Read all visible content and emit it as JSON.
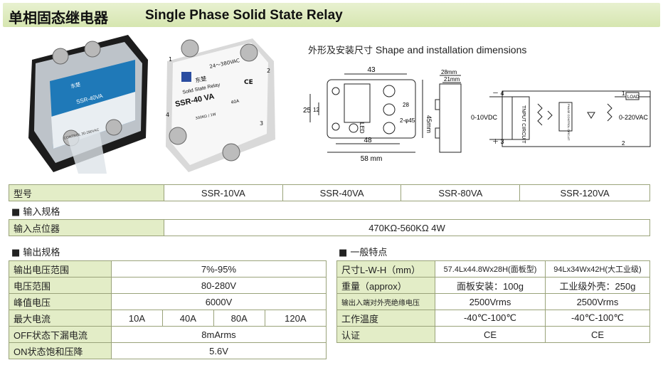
{
  "header": {
    "title_cn": "单相固态继电器",
    "title_en": "Single Phase Solid State Relay"
  },
  "photo2_labels": {
    "voltage": "24～380VAC",
    "brand": "东楚",
    "product": "Solid State Relay",
    "model": "SSR-40 VA",
    "current": "40A",
    "load": "300KΩ / 1W",
    "mark": "CE",
    "t1": "1",
    "t2": "2",
    "t3": "3",
    "t4": "4"
  },
  "photo1_labels": {
    "model": "SSR-40VA",
    "brand": "东楚",
    "ctrl": "CONTROL 30-280VAC"
  },
  "dims": {
    "title_cn": "外形及安装尺寸",
    "title_en": "Shape and installation dimensions",
    "d43": "43",
    "d25": "25",
    "d12": "12",
    "d48": "48",
    "d58": "58 mm",
    "d28a": "28",
    "d45": "45mm",
    "d2phi": "2-φ45",
    "led": "LED",
    "d28b": "28mm",
    "d21": "21mm"
  },
  "circuit": {
    "minus4": "－ 4",
    "plus3": "＋ 3",
    "in_label": "0-10VDC",
    "block1": "TNPUT CIRCUIT",
    "block2": "PHASE CONTROL CIRCUIT",
    "t1": "1",
    "t2": "2",
    "load": "LOAD",
    "out_label": "0-220VAC"
  },
  "models": {
    "label": "型号",
    "items": [
      "SSR-10VA",
      "SSR-40VA",
      "SSR-80VA",
      "SSR-120VA"
    ]
  },
  "input": {
    "section": "■ 输入规格",
    "label": "输入点位器",
    "value": "470KΩ-560KΩ 4W"
  },
  "output": {
    "section": "■ 输出规格",
    "rows": [
      {
        "label": "输出电压范围",
        "value": "7%-95%"
      },
      {
        "label": "电压范围",
        "value": "80-280V"
      },
      {
        "label": "峰值电压",
        "value": "6000V"
      }
    ],
    "max_current": {
      "label": "最大电流",
      "values": [
        "10A",
        "40A",
        "80A",
        "120A"
      ]
    },
    "rows2": [
      {
        "label": "OFF状态下漏电流",
        "value": "8mArms"
      },
      {
        "label": "ON状态饱和压降",
        "value": "5.6V"
      }
    ]
  },
  "general": {
    "section": "■ 一般特点",
    "rows": [
      {
        "label": "尺寸L-W-H（mm）",
        "v1": "57.4Lx44.8Wx28H(面板型)",
        "v2": "94Lx34Wx42H(大工业级)"
      },
      {
        "label": "重量（approx）",
        "v1": "面板安装：100g",
        "v2": "工业级外壳：250g"
      },
      {
        "label": "输出入端对外壳绝缘电压",
        "v1": "2500Vrms",
        "v2": "2500Vrms"
      },
      {
        "label": "工作温度",
        "v1": "-40℃-100℃",
        "v2": "-40℃-100℃"
      },
      {
        "label": "认证",
        "v1": "CE",
        "v2": "CE"
      }
    ]
  }
}
